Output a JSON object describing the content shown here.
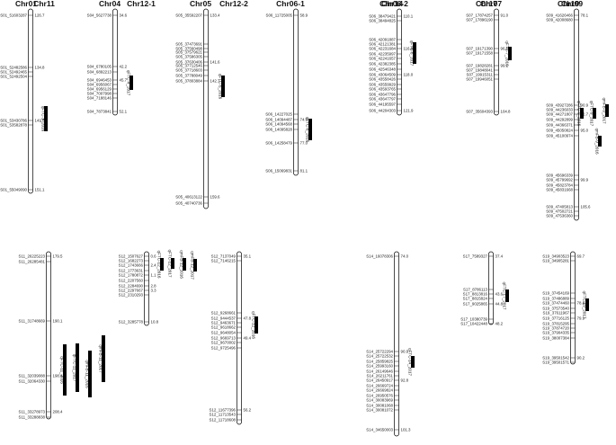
{
  "chromosomes": [
    {
      "name": "Chr01",
      "ticks": [
        {
          "m": "S01_51603287",
          "p": "126.7"
        },
        {
          "m": "S01_52482586",
          "p": "134.8"
        },
        {
          "m": "S01_52492465",
          "p": ""
        },
        {
          "m": "S01_52492504",
          "p": ""
        },
        {
          "m": "S01_53430786",
          "p": "141.8"
        },
        {
          "m": "S01_53582878",
          "p": ""
        },
        {
          "m": "S01_55049090",
          "p": "151.1"
        }
      ],
      "qtls": [
        {
          "n": "qFTC-1_2016"
        }
      ]
    },
    {
      "name": "Chr04",
      "ticks": [
        {
          "m": "S04_5627738",
          "p": "34.6"
        },
        {
          "m": "S04_6780105",
          "p": "42.2"
        },
        {
          "m": "S04_6892213",
          "p": ""
        },
        {
          "m": "S04_6946453",
          "p": "45.7"
        },
        {
          "m": "S04_6956067",
          "p": ""
        },
        {
          "m": "S04_6956129",
          "p": ""
        },
        {
          "m": "S04_7007998",
          "p": ""
        },
        {
          "m": "S04_7188146",
          "p": ""
        },
        {
          "m": "S04_7873841",
          "p": "52.1"
        }
      ],
      "qtls": [
        {
          "n": "qFTC-4_2017"
        }
      ]
    },
    {
      "name": "Chr05",
      "ticks": [
        {
          "m": "S05_35592207",
          "p": "133.4"
        },
        {
          "m": "S05_37473691",
          "p": ""
        },
        {
          "m": "S05_37560498",
          "p": ""
        },
        {
          "m": "S05_37579621",
          "p": ""
        },
        {
          "m": "S05_37586305",
          "p": ""
        },
        {
          "m": "S05_37630406",
          "p": "141.6"
        },
        {
          "m": "S05_37712546",
          "p": ""
        },
        {
          "m": "S05_37718603",
          "p": ""
        },
        {
          "m": "S05_37788049",
          "p": ""
        },
        {
          "m": "S05_37803884",
          "p": "142.7"
        },
        {
          "m": "S05_40613122",
          "p": "159.6"
        },
        {
          "m": "S05_40740736",
          "p": ""
        }
      ],
      "qtls": [
        {
          "n": "qFTC-5_2016"
        }
      ]
    },
    {
      "name": "Chr06-1",
      "ticks": [
        {
          "m": "S06_11725005",
          "p": "58.9"
        },
        {
          "m": "S06_14227025",
          "p": ""
        },
        {
          "m": "S06_14094487",
          "p": "74.0"
        },
        {
          "m": "S06_14094568",
          "p": ""
        },
        {
          "m": "S06_14095828",
          "p": ""
        },
        {
          "m": "S06_14258479",
          "p": "77.0"
        },
        {
          "m": "S06_15069831",
          "p": "81.1"
        }
      ],
      "qtls": [
        {
          "n": "qFTC-6_2016"
        }
      ]
    },
    {
      "name": "Chr06-2",
      "ticks": [
        {
          "m": "S06_38479421",
          "p": "110.1"
        },
        {
          "m": "S06_38494825",
          "p": ""
        },
        {
          "m": "S06_42091887",
          "p": ""
        },
        {
          "m": "S06_42121381",
          "p": ""
        },
        {
          "m": "S06_42231684",
          "p": "116.9"
        },
        {
          "m": "S06_42235997",
          "p": ""
        },
        {
          "m": "S06_42241657",
          "p": ""
        },
        {
          "m": "S06_42382385",
          "p": ""
        },
        {
          "m": "S06_42546348",
          "p": ""
        },
        {
          "m": "S06_43064509",
          "p": "118.0"
        },
        {
          "m": "S06_43558426",
          "p": ""
        },
        {
          "m": "S06_43559929",
          "p": ""
        },
        {
          "m": "S06_43593765",
          "p": ""
        },
        {
          "m": "S06_43647796",
          "p": ""
        },
        {
          "m": "S06_43647797",
          "p": ""
        },
        {
          "m": "S06_44195597",
          "p": ""
        },
        {
          "m": "S06_44204303",
          "p": "121.9"
        }
      ],
      "qtls": [
        {
          "n": "qFTC-6_2017"
        }
      ]
    },
    {
      "name": "Chr07",
      "ticks": [
        {
          "m": "S07_17874257",
          "p": "91.0"
        },
        {
          "m": "S07_17896190",
          "p": ""
        },
        {
          "m": "S07_19171390",
          "p": "96.1"
        },
        {
          "m": "S07_19171558",
          "p": ""
        },
        {
          "m": "S07_19828281",
          "p": "99.1"
        },
        {
          "m": "S07_19848041",
          "p": ""
        },
        {
          "m": "S07_19915311",
          "p": ""
        },
        {
          "m": "S07_19946051",
          "p": ""
        },
        {
          "m": "S07_35604393",
          "p": "104.8"
        }
      ],
      "qtls": [
        {
          "n": "qFTC-7_2016"
        }
      ]
    },
    {
      "name": "Chr09",
      "ticks": [
        {
          "m": "S09_41626466",
          "p": "78.1"
        },
        {
          "m": "S09_42008680",
          "p": ""
        },
        {
          "m": "S09_43927286",
          "p": "90.9"
        },
        {
          "m": "S09_44236033",
          "p": ""
        },
        {
          "m": "S09_44271807",
          "p": "92.7"
        },
        {
          "m": "S09_44292899",
          "p": ""
        },
        {
          "m": "S09_44366371",
          "p": ""
        },
        {
          "m": "S09_45050824",
          "p": "95.0"
        },
        {
          "m": "S09_45100974",
          "p": ""
        },
        {
          "m": "S09_45696339",
          "p": ""
        },
        {
          "m": "S09_45799692",
          "p": "99.9"
        },
        {
          "m": "S09_45823784",
          "p": ""
        },
        {
          "m": "S09_45831668",
          "p": ""
        },
        {
          "m": "S09_47405813",
          "p": "105.6"
        },
        {
          "m": "S09_47502721",
          "p": ""
        },
        {
          "m": "S09_47536360",
          "p": ""
        }
      ],
      "qtls": [
        {
          "n": "qFTC-9_2016"
        },
        {
          "n": "qFTC-9_2017"
        },
        {
          "n": "qmFB-9_2017"
        },
        {
          "n": "qmFB-9_2016"
        }
      ]
    },
    {
      "name": "Chr11",
      "ticks": [
        {
          "m": "S11_26225223",
          "p": "179.5"
        },
        {
          "m": "S11_26285481",
          "p": ""
        },
        {
          "m": "S11_31748669",
          "p": "190.1"
        },
        {
          "m": "S11_32039088",
          "p": "198.4"
        },
        {
          "m": "S11_32064330",
          "p": ""
        },
        {
          "m": "S11_33278973",
          "p": "208.4"
        },
        {
          "m": "S11_33288838",
          "p": ""
        }
      ],
      "qtls": [
        {
          "n": "qFTC-11_2016"
        },
        {
          "n": "qFTC-11_2017"
        },
        {
          "n": "qmFB-11_2016"
        },
        {
          "n": "qmFB-11_2017"
        }
      ]
    },
    {
      "name": "Chr12-1",
      "ticks": [
        {
          "m": "S12_1507627",
          "p": "0.6"
        },
        {
          "m": "S12_1682273",
          "p": ""
        },
        {
          "m": "S12_1743666",
          "p": "2.4"
        },
        {
          "m": "S12_1773631",
          "p": ""
        },
        {
          "m": "S12_1780872",
          "p": "1.1"
        },
        {
          "m": "S12_2207560",
          "p": ""
        },
        {
          "m": "S12_2284690",
          "p": "2.8"
        },
        {
          "m": "S12_2297667",
          "p": "3.3"
        },
        {
          "m": "S12_2310293",
          "p": ""
        },
        {
          "m": "S12_3285778",
          "p": "10.8"
        }
      ],
      "qtls": [
        {
          "n": "qFTC-12_2016"
        },
        {
          "n": "qFTC-12_2017"
        },
        {
          "n": "qmFB-12_2016"
        },
        {
          "n": "qmFB-12_2017"
        }
      ]
    },
    {
      "name": "Chr12-2",
      "ticks": [
        {
          "m": "S12_7137049",
          "p": "35.1"
        },
        {
          "m": "S12_7146215",
          "p": ""
        },
        {
          "m": "S12_9268661",
          "p": ""
        },
        {
          "m": "S12_9444537",
          "p": "47.8"
        },
        {
          "m": "S12_9463671",
          "p": ""
        },
        {
          "m": "S12_9618662",
          "p": ""
        },
        {
          "m": "S12_9648054",
          "p": ""
        },
        {
          "m": "S12_9669713",
          "p": "49.4"
        },
        {
          "m": "S12_9670002",
          "p": ""
        },
        {
          "m": "S12_9725496",
          "p": ""
        },
        {
          "m": "S12_11677396",
          "p": "56.2"
        },
        {
          "m": "S12_11713543",
          "p": ""
        },
        {
          "m": "S12_11718608",
          "p": ""
        }
      ],
      "qtls": [
        {
          "n": "qFTC-12_2016"
        }
      ]
    },
    {
      "name": "Chr14",
      "ticks": [
        {
          "m": "S14_16078306",
          "p": "74.0"
        },
        {
          "m": "S14_25722294",
          "p": "90.9"
        },
        {
          "m": "S14_25722532",
          "p": ""
        },
        {
          "m": "S14_25859825",
          "p": ""
        },
        {
          "m": "S14_25993160",
          "p": ""
        },
        {
          "m": "S14_26149646",
          "p": ""
        },
        {
          "m": "S14_26211761",
          "p": ""
        },
        {
          "m": "S14_26450917",
          "p": "92.8"
        },
        {
          "m": "S14_26669724",
          "p": ""
        },
        {
          "m": "S14_26669824",
          "p": ""
        },
        {
          "m": "S14_26950576",
          "p": ""
        },
        {
          "m": "S14_30083969",
          "p": ""
        },
        {
          "m": "S14_30081068",
          "p": ""
        },
        {
          "m": "S14_30081072",
          "p": ""
        },
        {
          "m": "S14_34650003",
          "p": "101.3"
        }
      ],
      "qtls": [
        {
          "n": "qFTC-14_2017"
        }
      ]
    },
    {
      "name": "Chr17",
      "ticks": [
        {
          "m": "S17_7589327",
          "p": "37.4"
        },
        {
          "m": "S17_8786113",
          "p": ""
        },
        {
          "m": "S17_8813816",
          "p": "43.6"
        },
        {
          "m": "S17_8815824",
          "p": ""
        },
        {
          "m": "S17_9025865",
          "p": "44.8"
        },
        {
          "m": "S17_10380739",
          "p": ""
        },
        {
          "m": "S17_10422448",
          "p": "48.2"
        }
      ],
      "qtls": [
        {
          "n": "qFTC-17_2017"
        }
      ]
    },
    {
      "name": "Chr19",
      "ticks": [
        {
          "m": "S19_34903523",
          "p": "69.7"
        },
        {
          "m": "S19_34905281",
          "p": ""
        },
        {
          "m": "S19_37454169",
          "p": ""
        },
        {
          "m": "S19_37486889",
          "p": ""
        },
        {
          "m": "S19_37474460",
          "p": "78.8"
        },
        {
          "m": "S19_37573540",
          "p": ""
        },
        {
          "m": "S19_37611967",
          "p": ""
        },
        {
          "m": "S19_37716125",
          "p": "79.9"
        },
        {
          "m": "S19_37815295",
          "p": ""
        },
        {
          "m": "S19_37874720",
          "p": ""
        },
        {
          "m": "S19_37904335",
          "p": ""
        },
        {
          "m": "S19_38007384",
          "p": ""
        },
        {
          "m": "S19_39501542",
          "p": "90.2"
        },
        {
          "m": "S19_39501571",
          "p": ""
        }
      ],
      "qtls": [
        {
          "n": "qFTC-19_2017"
        }
      ]
    }
  ]
}
